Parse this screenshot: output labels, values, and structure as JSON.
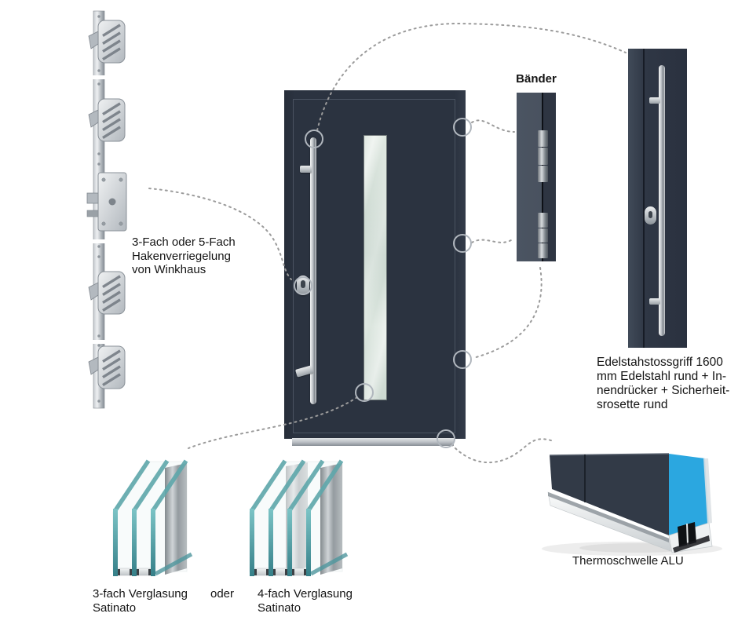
{
  "callouts": {
    "lock": {
      "lines": [
        "3-Fach oder 5-Fach",
        "Hakenverriegelung",
        "von Winkhaus"
      ]
    },
    "hinges": {
      "label": "Bänder"
    },
    "handle": {
      "lines": [
        "Edelstahstossgriff 1600",
        "mm Edelstahl rund + In-",
        "nendrücker + Sicherheit-",
        "srosette rund"
      ]
    },
    "glazing": {
      "left": {
        "lines": [
          "3-fach Verglasung",
          "Satinato"
        ]
      },
      "connector_word": "oder",
      "right": {
        "lines": [
          "4-fach Verglasung",
          "Satinato"
        ]
      }
    },
    "threshold": {
      "label": "Thermoschwelle ALU"
    }
  },
  "colors": {
    "door_anthracite": "#2b3340",
    "cut_face_blue": "#2ba7e0",
    "glass_edge_teal": "#4f979e",
    "frosted_glass": "#d4e0d8",
    "stainless_steel": "#c2c7cb",
    "connector_gray": "#9b9b9b",
    "text": "#141414",
    "background": "#ffffff"
  }
}
